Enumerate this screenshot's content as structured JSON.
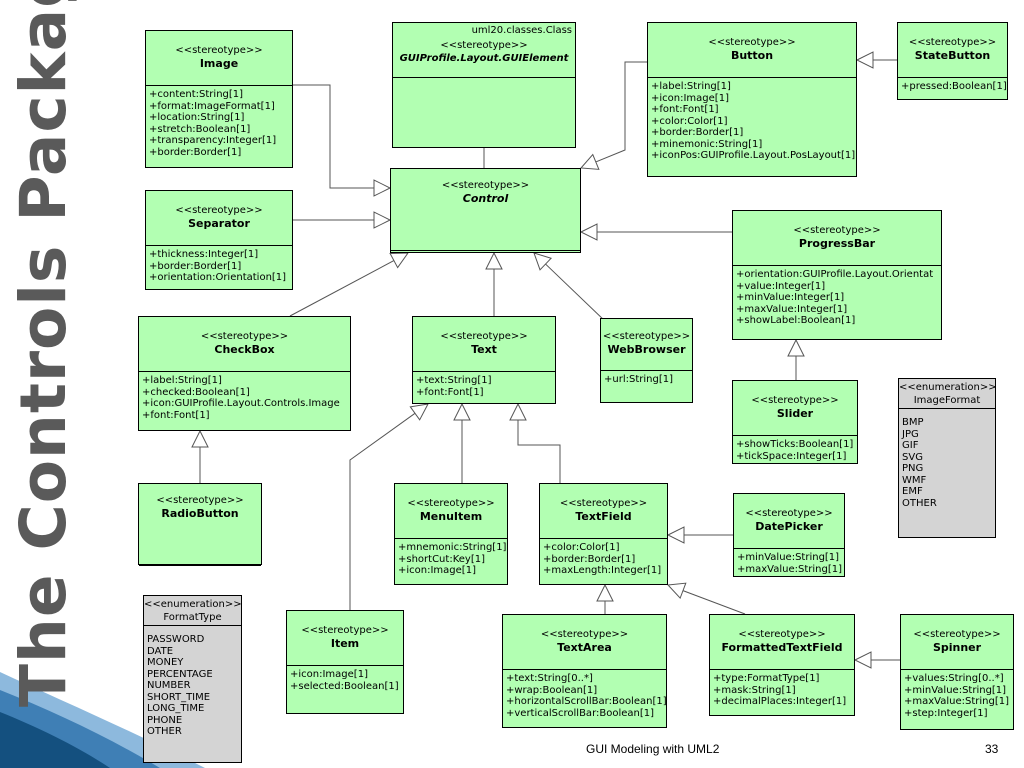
{
  "slide": {
    "title": "The Controls Package",
    "footer": "GUI Modeling with UML2",
    "page_number": "33"
  },
  "diagram": {
    "classes": [
      {
        "id": "GUIElement",
        "stereotype": "<<stereotype>>",
        "qualifier": "uml20.classes.Class",
        "name": "GUIProfile.Layout.GUIElement",
        "italic": true,
        "attributes": []
      },
      {
        "id": "Image",
        "stereotype": "<<stereotype>>",
        "name": "Image",
        "attributes": [
          "+content:String[1]",
          "+format:ImageFormat[1]",
          "+location:String[1]",
          "+stretch:Boolean[1]",
          "+transparency:Integer[1]",
          "+border:Border[1]"
        ]
      },
      {
        "id": "Separator",
        "stereotype": "<<stereotype>>",
        "name": "Separator",
        "attributes": [
          "+thickness:Integer[1]",
          "+border:Border[1]",
          "+orientation:Orientation[1]"
        ]
      },
      {
        "id": "Control",
        "stereotype": "<<stereotype>>",
        "name": "Control",
        "italic": true,
        "attributes": []
      },
      {
        "id": "Button",
        "stereotype": "<<stereotype>>",
        "name": "Button",
        "attributes": [
          "+label:String[1]",
          "+icon:Image[1]",
          "+font:Font[1]",
          "+color:Color[1]",
          "+border:Border[1]",
          "+minemonic:String[1]",
          "+iconPos:GUIProfile.Layout.PosLayout[1]"
        ]
      },
      {
        "id": "StateButton",
        "stereotype": "<<stereotype>>",
        "name": "StateButton",
        "attributes": [
          "+pressed:Boolean[1]"
        ]
      },
      {
        "id": "ProgressBar",
        "stereotype": "<<stereotype>>",
        "name": "ProgressBar",
        "attributes": [
          "+orientation:GUIProfile.Layout.Orientat",
          "+value:Integer[1]",
          "+minValue:Integer[1]",
          "+maxValue:Integer[1]",
          "+showLabel:Boolean[1]"
        ]
      },
      {
        "id": "CheckBox",
        "stereotype": "<<stereotype>>",
        "name": "CheckBox",
        "attributes": [
          "+label:String[1]",
          "+checked:Boolean[1]",
          "+icon:GUIProfile.Layout.Controls.Image",
          "+font:Font[1]"
        ]
      },
      {
        "id": "Text",
        "stereotype": "<<stereotype>>",
        "name": "Text",
        "attributes": [
          "+text:String[1]",
          "+font:Font[1]"
        ]
      },
      {
        "id": "WebBrowser",
        "stereotype": "<<stereotype>>",
        "name": "WebBrowser",
        "attributes": [
          "+url:String[1]"
        ]
      },
      {
        "id": "Slider",
        "stereotype": "<<stereotype>>",
        "name": "Slider",
        "attributes": [
          "+showTicks:Boolean[1]",
          "+tickSpace:Integer[1]"
        ]
      },
      {
        "id": "RadioButton",
        "stereotype": "<<stereotype>>",
        "name": "RadioButton",
        "attributes": []
      },
      {
        "id": "MenuItem",
        "stereotype": "<<stereotype>>",
        "name": "MenuItem",
        "attributes": [
          "+mnemonic:String[1]",
          "+shortCut:Key[1]",
          "+icon:Image[1]"
        ]
      },
      {
        "id": "TextField",
        "stereotype": "<<stereotype>>",
        "name": "TextField",
        "attributes": [
          "+color:Color[1]",
          "+border:Border[1]",
          "+maxLength:Integer[1]"
        ]
      },
      {
        "id": "DatePicker",
        "stereotype": "<<stereotype>>",
        "name": "DatePicker",
        "attributes": [
          "+minValue:String[1]",
          "+maxValue:String[1]"
        ]
      },
      {
        "id": "Item",
        "stereotype": "<<stereotype>>",
        "name": "Item",
        "attributes": [
          "+icon:Image[1]",
          "+selected:Boolean[1]"
        ]
      },
      {
        "id": "TextArea",
        "stereotype": "<<stereotype>>",
        "name": "TextArea",
        "attributes": [
          "+text:String[0..*]",
          "+wrap:Boolean[1]",
          "+horizontalScrollBar:Boolean[1]",
          "+verticalScrollBar:Boolean[1]"
        ]
      },
      {
        "id": "FormattedTextField",
        "stereotype": "<<stereotype>>",
        "name": "FormattedTextField",
        "attributes": [
          "+type:FormatType[1]",
          "+mask:String[1]",
          "+decimalPlaces:Integer[1]"
        ]
      },
      {
        "id": "Spinner",
        "stereotype": "<<stereotype>>",
        "name": "Spinner",
        "attributes": [
          "+values:String[0..*]",
          "+minValue:String[1]",
          "+maxValue:String[1]",
          "+step:Integer[1]"
        ]
      },
      {
        "id": "ImageFormat",
        "stereotype": "<<enumeration>>",
        "name": "ImageFormat",
        "enum": true,
        "attributes": [
          "BMP",
          "JPG",
          "GIF",
          "SVG",
          "PNG",
          "WMF",
          "EMF",
          "OTHER"
        ]
      },
      {
        "id": "FormatType",
        "stereotype": "<<enumeration>>",
        "name": "FormatType",
        "enum": true,
        "attributes": [
          "PASSWORD",
          "DATE",
          "MONEY",
          "PERCENTAGE",
          "NUMBER",
          "SHORT_TIME",
          "LONG_TIME",
          "PHONE",
          "OTHER"
        ]
      }
    ],
    "generalizations": [
      {
        "from": "Control",
        "to": "GUIElement"
      },
      {
        "from": "Image",
        "to": "Control"
      },
      {
        "from": "Separator",
        "to": "Control"
      },
      {
        "from": "Button",
        "to": "Control"
      },
      {
        "from": "StateButton",
        "to": "Button"
      },
      {
        "from": "ProgressBar",
        "to": "Control"
      },
      {
        "from": "CheckBox",
        "to": "Control"
      },
      {
        "from": "Text",
        "to": "Control"
      },
      {
        "from": "WebBrowser",
        "to": "Control"
      },
      {
        "from": "Slider",
        "to": "ProgressBar"
      },
      {
        "from": "RadioButton",
        "to": "CheckBox"
      },
      {
        "from": "Item",
        "to": "Text"
      },
      {
        "from": "MenuItem",
        "to": "Text"
      },
      {
        "from": "TextField",
        "to": "Text"
      },
      {
        "from": "DatePicker",
        "to": "TextField"
      },
      {
        "from": "TextArea",
        "to": "TextField"
      },
      {
        "from": "FormattedTextField",
        "to": "TextField"
      },
      {
        "from": "Spinner",
        "to": "FormattedTextField"
      }
    ]
  },
  "colors": {
    "class_fill": "#b2ffb2",
    "enum_fill": "#d4d4d4",
    "title": "#5a5a5a",
    "corner_dark": "#14507f",
    "corner_light": "#8db9dd"
  }
}
